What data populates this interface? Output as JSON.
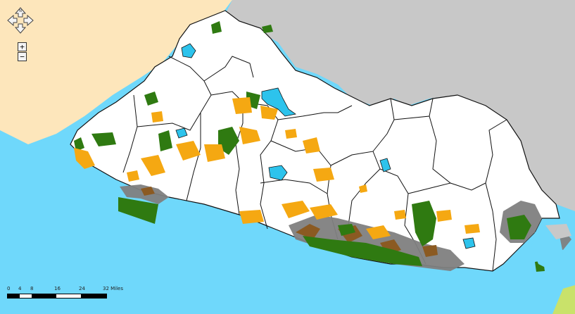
{
  "colors": {
    "ocean": "#6fd8fb",
    "land_west": "#fde6bb",
    "land_east": "#c8c8c8",
    "country": "#ffffff",
    "border": "#111111",
    "forest": "#2f7a11",
    "agriculture": "#f5a812",
    "mangrove": "#808080",
    "brown": "#8b5a22",
    "water": "#2dc3ec",
    "green_corner": "#c9e26a"
  },
  "controls": {
    "pan_icon": "pan-arrows-icon",
    "zoom_in_label": "+",
    "zoom_out_label": "−"
  },
  "scalebar": {
    "ticks": [
      "0",
      "4",
      "8",
      "16",
      "24",
      "32 Miles"
    ]
  }
}
